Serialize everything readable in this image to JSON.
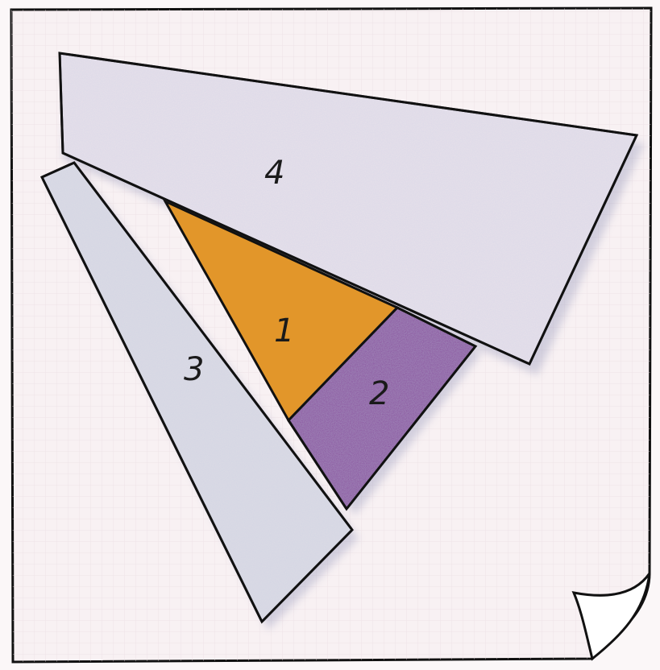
{
  "diagram": {
    "pieces": [
      {
        "id": "1",
        "label": "1",
        "color": "#e2962a",
        "shape": "triangle"
      },
      {
        "id": "2",
        "label": "2",
        "color": "#8a4f9e",
        "shape": "strip"
      },
      {
        "id": "3",
        "label": "3",
        "color": "#dcdce4",
        "shape": "strip"
      },
      {
        "id": "4",
        "label": "4",
        "color": "#e7e1ea",
        "shape": "strip"
      }
    ],
    "page_color": "#f8f1f3",
    "outline_color": "#111111"
  }
}
